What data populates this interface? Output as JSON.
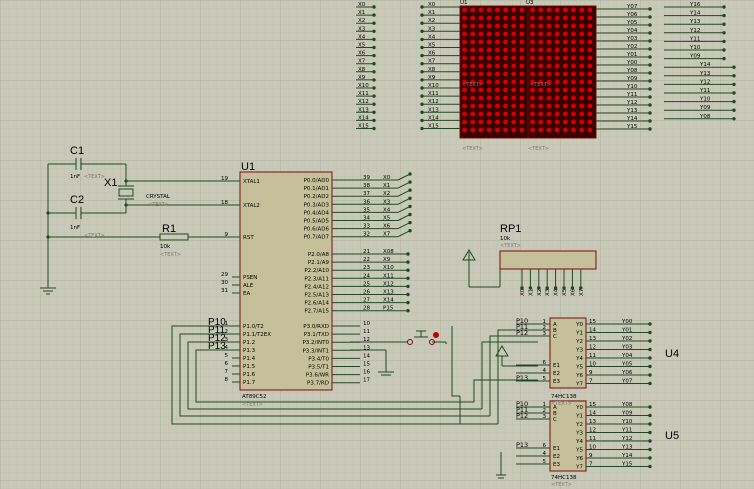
{
  "colors": {
    "background": "#c9c9b9",
    "grid_minor": "#bdbdad",
    "grid_major": "#a9a997",
    "wire": "#1f4a1f",
    "chip_body": "#c6c09a",
    "chip_edge": "#7a0a0a",
    "led_on": "#d20000",
    "matrix_bg": "#3a0000"
  },
  "placeholder_text": "<TEXT>",
  "left_bus_labels": [
    "X0",
    "X1",
    "X2",
    "X3",
    "X4",
    "X5",
    "X6",
    "X7",
    "X8",
    "X9",
    "X10",
    "X11",
    "X12",
    "X13",
    "X14",
    "X15"
  ],
  "mid_bus_labels": [
    "X0",
    "X1",
    "X2",
    "X3",
    "X4",
    "X5",
    "X6",
    "X7",
    "X8",
    "X9",
    "X10",
    "X11",
    "X12",
    "X13",
    "X14",
    "X15"
  ],
  "matrix_right_labels": [
    "Y07",
    "Y06",
    "Y05",
    "Y04",
    "Y03",
    "Y02",
    "Y01",
    "Y00",
    "Y08",
    "Y09",
    "Y10",
    "Y11",
    "Y12",
    "Y13",
    "Y14",
    "Y15"
  ],
  "far_right_labels": [
    "Y16",
    "Y14",
    "Y13",
    "Y12",
    "Y11",
    "Y10",
    "Y09",
    "Y14",
    "Y13",
    "Y12",
    "Y11",
    "Y10",
    "Y09",
    "Y08"
  ],
  "matrix_labels": [
    "U1",
    "U3"
  ],
  "c1": {
    "ref": "C1",
    "value": "1nF"
  },
  "c2": {
    "ref": "C2",
    "value": "1nF"
  },
  "x1": {
    "ref": "X1",
    "value": "CRYSTAL"
  },
  "r1": {
    "ref": "R1",
    "value": "10k"
  },
  "u1": {
    "ref": "U1",
    "part": "AT89C52",
    "left_pins": [
      {
        "num": "19",
        "name": "XTAL1"
      },
      {
        "num": "18",
        "name": "XTAL2"
      },
      {
        "num": "9",
        "name": "RST"
      },
      {
        "num": "29",
        "name": "PSEN"
      },
      {
        "num": "30",
        "name": "ALE"
      },
      {
        "num": "31",
        "name": "EA"
      },
      {
        "num": "1",
        "name": "P1.0/T2"
      },
      {
        "num": "2",
        "name": "P1.1/T2EX"
      },
      {
        "num": "3",
        "name": "P1.2"
      },
      {
        "num": "4",
        "name": "P1.3"
      },
      {
        "num": "5",
        "name": "P1.4"
      },
      {
        "num": "6",
        "name": "P1.5"
      },
      {
        "num": "7",
        "name": "P1.6"
      },
      {
        "num": "8",
        "name": "P1.7"
      }
    ],
    "right_pins": [
      {
        "num": "39",
        "name": "P0.0/AD0",
        "net": "X0"
      },
      {
        "num": "38",
        "name": "P0.1/AD1",
        "net": "X1"
      },
      {
        "num": "37",
        "name": "P0.2/AD2",
        "net": "X2"
      },
      {
        "num": "36",
        "name": "P0.3/AD3",
        "net": "X3"
      },
      {
        "num": "35",
        "name": "P0.4/AD4",
        "net": "X4"
      },
      {
        "num": "34",
        "name": "P0.5/AD5",
        "net": "X5"
      },
      {
        "num": "33",
        "name": "P0.6/AD6",
        "net": "X6"
      },
      {
        "num": "32",
        "name": "P0.7/AD7",
        "net": "X7"
      },
      {
        "num": "21",
        "name": "P2.0/A8",
        "net": "X08"
      },
      {
        "num": "22",
        "name": "P2.1/A9",
        "net": "X9"
      },
      {
        "num": "23",
        "name": "P2.2/A10",
        "net": "X10"
      },
      {
        "num": "24",
        "name": "P2.3/A11",
        "net": "X11"
      },
      {
        "num": "25",
        "name": "P2.4/A12",
        "net": "X12"
      },
      {
        "num": "26",
        "name": "P2.5/A13",
        "net": "X13"
      },
      {
        "num": "27",
        "name": "P2.6/A14",
        "net": "X14"
      },
      {
        "num": "28",
        "name": "P2.7/A15",
        "net": "P15"
      },
      {
        "num": "10",
        "name": "P3.0/RXD",
        "net": ""
      },
      {
        "num": "11",
        "name": "P3.1/TXD",
        "net": ""
      },
      {
        "num": "12",
        "name": "P3.2/INT0",
        "net": ""
      },
      {
        "num": "13",
        "name": "P3.3/INT1",
        "net": ""
      },
      {
        "num": "14",
        "name": "P3.4/T0",
        "net": ""
      },
      {
        "num": "15",
        "name": "P3.5/T1",
        "net": ""
      },
      {
        "num": "16",
        "name": "P3.6/WR",
        "net": ""
      },
      {
        "num": "17",
        "name": "P3.7/RD",
        "net": ""
      }
    ],
    "p1_nets": [
      "P10",
      "P11",
      "P12",
      "P13"
    ]
  },
  "rp1": {
    "ref": "RP1",
    "value": "10k",
    "pins": [
      "X0",
      "X1",
      "X2",
      "X3",
      "X4",
      "X5",
      "X6",
      "X7"
    ]
  },
  "u4": {
    "ref": "U4",
    "part": "74HC138",
    "inputs": [
      {
        "name": "A",
        "pin": "1",
        "net": "P10"
      },
      {
        "name": "B",
        "pin": "2",
        "net": "P11"
      },
      {
        "name": "C",
        "pin": "3",
        "net": "P12"
      },
      {
        "name": "E1",
        "pin": "6",
        "net": ""
      },
      {
        "name": "E2",
        "pin": "4",
        "net": ""
      },
      {
        "name": "E3",
        "pin": "5",
        "net": "P13"
      }
    ],
    "outputs": [
      {
        "name": "Y0",
        "pin": "15",
        "net": "Y00"
      },
      {
        "name": "Y1",
        "pin": "14",
        "net": "Y01"
      },
      {
        "name": "Y2",
        "pin": "13",
        "net": "Y02"
      },
      {
        "name": "Y3",
        "pin": "12",
        "net": "Y03"
      },
      {
        "name": "Y4",
        "pin": "11",
        "net": "Y04"
      },
      {
        "name": "Y5",
        "pin": "10",
        "net": "Y05"
      },
      {
        "name": "Y6",
        "pin": "9",
        "net": "Y06"
      },
      {
        "name": "Y7",
        "pin": "7",
        "net": "Y07"
      }
    ]
  },
  "u5": {
    "ref": "U5",
    "part": "74HC138",
    "inputs": [
      {
        "name": "A",
        "pin": "1",
        "net": "P10"
      },
      {
        "name": "B",
        "pin": "2",
        "net": "P11"
      },
      {
        "name": "C",
        "pin": "3",
        "net": "P12"
      },
      {
        "name": "E1",
        "pin": "6",
        "net": "P13"
      },
      {
        "name": "E2",
        "pin": "4",
        "net": ""
      },
      {
        "name": "E3",
        "pin": "5",
        "net": ""
      }
    ],
    "outputs": [
      {
        "name": "Y0",
        "pin": "15",
        "net": "Y08"
      },
      {
        "name": "Y1",
        "pin": "14",
        "net": "Y09"
      },
      {
        "name": "Y2",
        "pin": "13",
        "net": "Y10"
      },
      {
        "name": "Y3",
        "pin": "12",
        "net": "Y11"
      },
      {
        "name": "Y4",
        "pin": "11",
        "net": "Y12"
      },
      {
        "name": "Y5",
        "pin": "10",
        "net": "Y13"
      },
      {
        "name": "Y6",
        "pin": "9",
        "net": "Y14"
      },
      {
        "name": "Y7",
        "pin": "7",
        "net": "Y15"
      }
    ]
  }
}
